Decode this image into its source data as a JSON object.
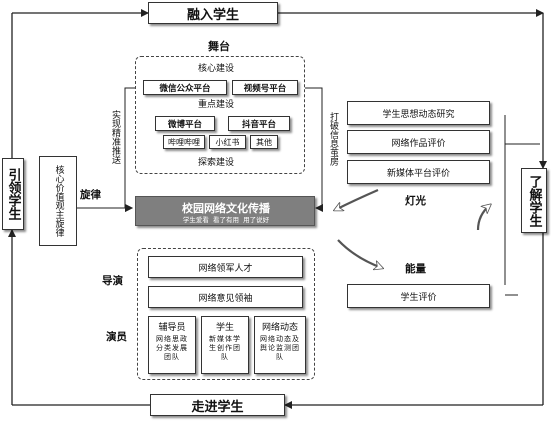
{
  "outer": {
    "top": "融入学生",
    "bottom": "走进学生",
    "left": "引领学生",
    "right": "了解学生"
  },
  "stage": {
    "title": "舞台",
    "core_label": "核心建设",
    "core_items": [
      "微信公众平台",
      "视频号平台"
    ],
    "key_label": "重点建设",
    "key_items": [
      "微博平台",
      "抖音平台"
    ],
    "explore_items": [
      "哔哩哔哩",
      "小红书",
      "其他"
    ],
    "explore_label": "探索建设",
    "left_note": "实现精准推送",
    "right_note": "打破信息茧房"
  },
  "center": {
    "title": "校园网络文化传播",
    "subtitle": "学生爱看  看了有用  用了说好"
  },
  "left_side": {
    "value_box": "核心价值观主旋律",
    "melody": "旋律"
  },
  "right_side": {
    "items": [
      "学生思想动态研究",
      "网络作品评价",
      "新媒体平台评价"
    ],
    "light": "灯光",
    "energy": "能量",
    "eval": "学生评价"
  },
  "bottom_panel": {
    "director": "导演",
    "actor": "演员",
    "rows": [
      "网络领军人才",
      "网络意见领袖"
    ],
    "teams": [
      {
        "title": "辅导员",
        "body": "网络思政分类发展团队"
      },
      {
        "title": "学生",
        "body": "新媒体学生创作团队"
      },
      {
        "title": "网络动态",
        "body": "网络动态及舆论监测团队"
      }
    ]
  },
  "colors": {
    "center_fill": "#7f7f7f",
    "line": "#333333"
  }
}
